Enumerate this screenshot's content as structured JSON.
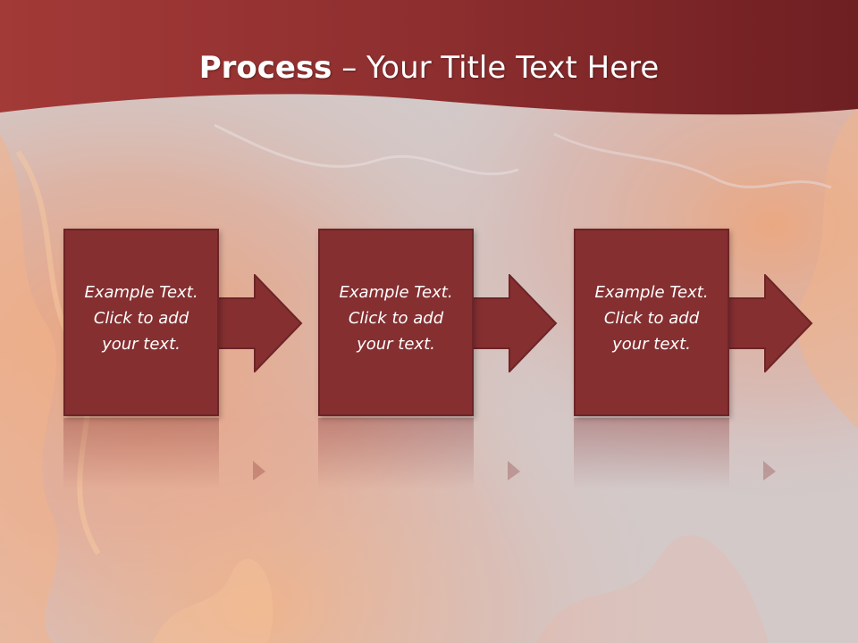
{
  "slide": {
    "title_bold": "Process",
    "title_rest": " – Your Title Text Here"
  },
  "steps": [
    {
      "line1": "Example Text.",
      "line2": "Click  to add",
      "line3": "your text."
    },
    {
      "line1": "Example Text.",
      "line2": "Click  to add",
      "line3": "your text."
    },
    {
      "line1": "Example Text.",
      "line2": "Click  to add",
      "line3": "your text."
    }
  ],
  "colors": {
    "header": "#8a2a2b",
    "step_fill": "#852f31",
    "step_border": "#6d2426",
    "background": "#d3c9c9"
  }
}
